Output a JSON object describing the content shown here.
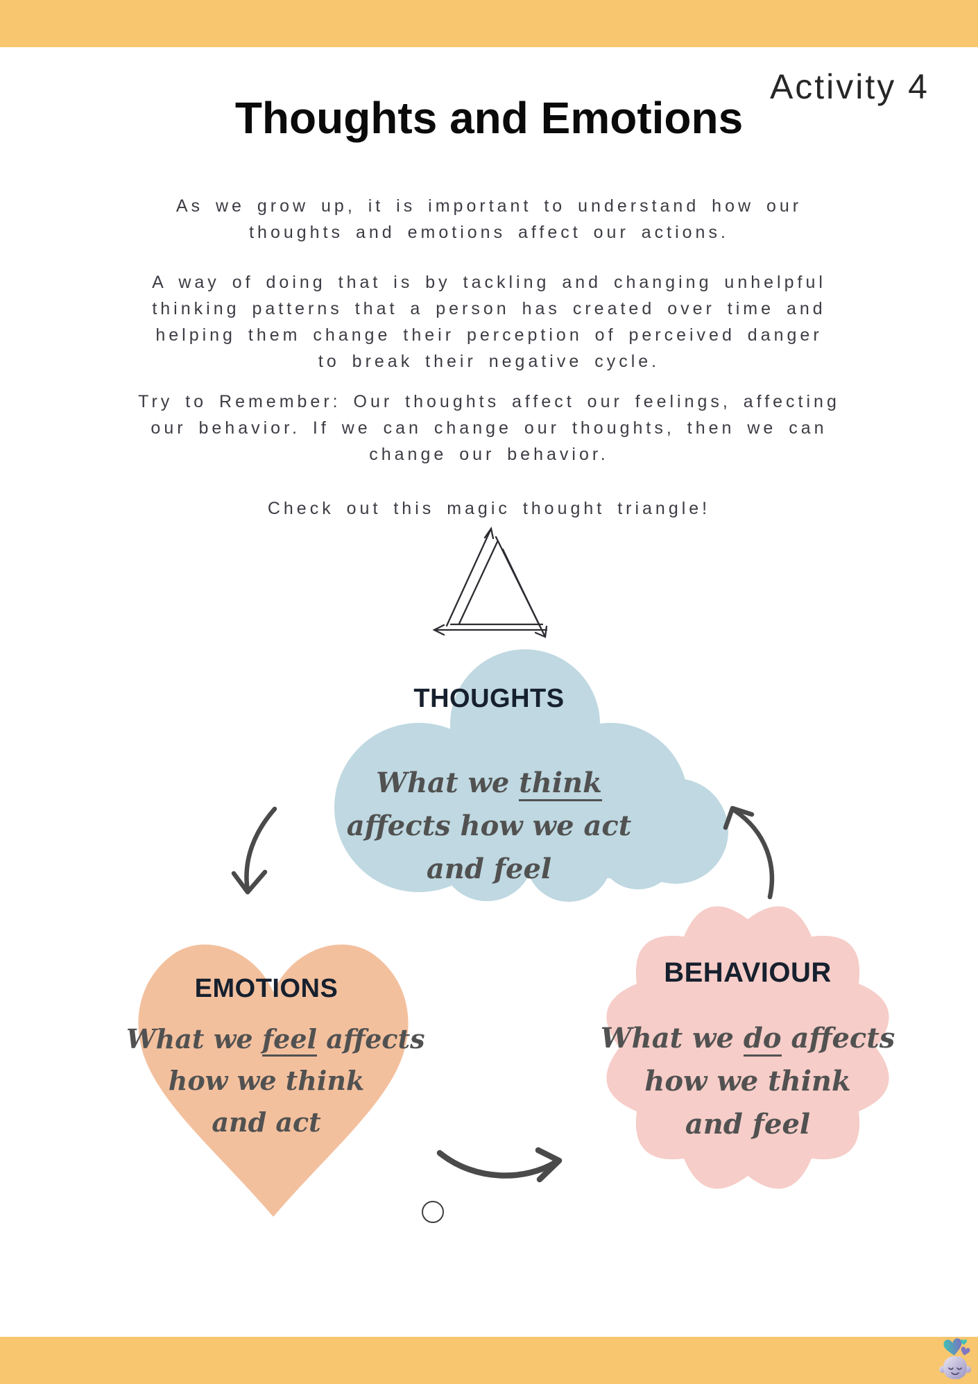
{
  "page": {
    "activity_label": "Activity 4",
    "title": "Thoughts and Emotions",
    "paragraphs": {
      "p1": [
        "As we grow up, it is important to understand how our",
        "thoughts and emotions affect our actions."
      ],
      "p2": [
        "A way of doing that is by tackling and changing unhelpful",
        "thinking patterns that a person has created over time and",
        "helping them change their perception of perceived danger",
        "to break their negative cycle."
      ],
      "p3": [
        "Try to Remember:  Our thoughts affect our feelings, affecting",
        "our behavior. If we can change our thoughts, then we can",
        "change our behavior."
      ],
      "p4": [
        "Check out this magic thought triangle!"
      ]
    },
    "diagram": {
      "thoughts": {
        "heading": "THOUGHTS",
        "line1_pre": "What we ",
        "line1_underlined": "think",
        "line1_post": "",
        "line2": "affects how we act",
        "line3": "and feel"
      },
      "emotions": {
        "heading": "EMOTIONS",
        "line1_pre": "What we ",
        "line1_underlined": "feel",
        "line1_post": " affects",
        "line2": "how we think",
        "line3": "and act"
      },
      "behaviour": {
        "heading": "BEHAVIOUR",
        "line1_pre": "What we ",
        "line1_underlined": "do",
        "line1_post": " affects",
        "line2": "how we think",
        "line3": "and feel"
      }
    },
    "colors": {
      "banner_yellow": "#F7C66E",
      "cloud_blue": "#BFD8E1",
      "heart_peach": "#F3C09E",
      "blob_pink": "#F6CDC8",
      "heading_navy": "#16202E",
      "script_gray": "#515151",
      "arrow_gray": "#4A4A4A",
      "title_black": "#0A0A0A"
    },
    "icons": {
      "triangle": "triangle-cycle-sketch-icon",
      "mascot": "flowerpot-face-mascot-icon"
    }
  }
}
